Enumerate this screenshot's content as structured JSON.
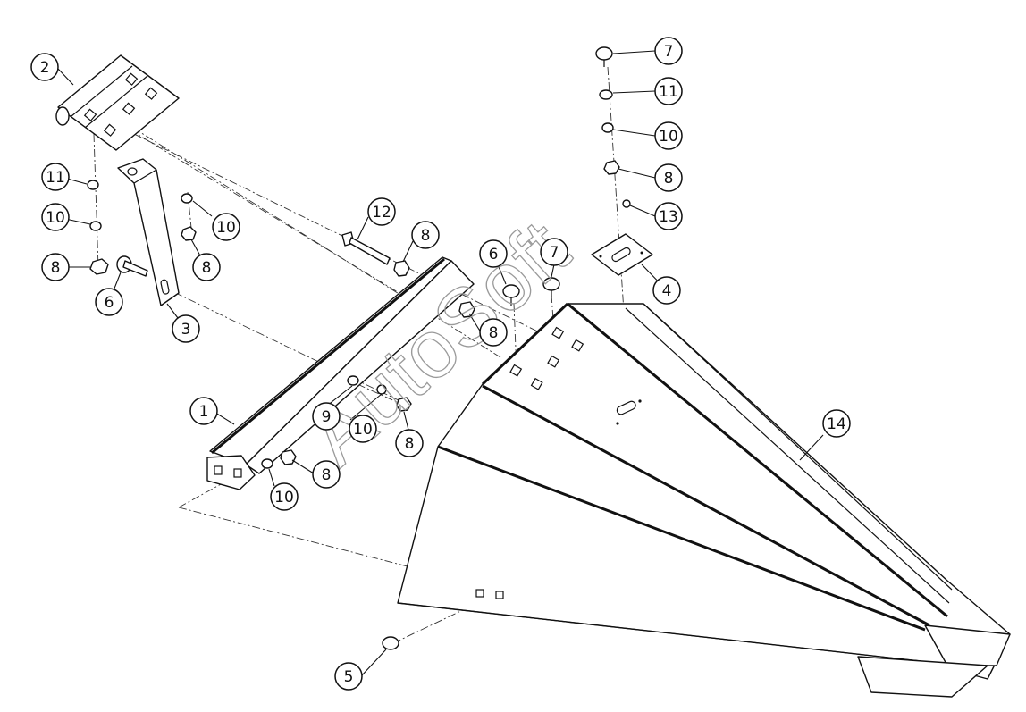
{
  "watermark": "AutoSoft",
  "corner_mark": "",
  "callouts": [
    {
      "label": "1"
    },
    {
      "label": "2"
    },
    {
      "label": "3"
    },
    {
      "label": "4"
    },
    {
      "label": "5"
    },
    {
      "label": "6"
    },
    {
      "label": "6"
    },
    {
      "label": "7"
    },
    {
      "label": "7"
    },
    {
      "label": "8"
    },
    {
      "label": "8"
    },
    {
      "label": "8"
    },
    {
      "label": "8"
    },
    {
      "label": "8"
    },
    {
      "label": "8"
    },
    {
      "label": "8"
    },
    {
      "label": "9"
    },
    {
      "label": "10"
    },
    {
      "label": "10"
    },
    {
      "label": "10"
    },
    {
      "label": "10"
    },
    {
      "label": "10"
    },
    {
      "label": "11"
    },
    {
      "label": "11"
    },
    {
      "label": "12"
    },
    {
      "label": "13"
    },
    {
      "label": "14"
    }
  ],
  "colors": {
    "line": "#111111",
    "watermark": "#9a9a9a",
    "background": "#ffffff"
  }
}
